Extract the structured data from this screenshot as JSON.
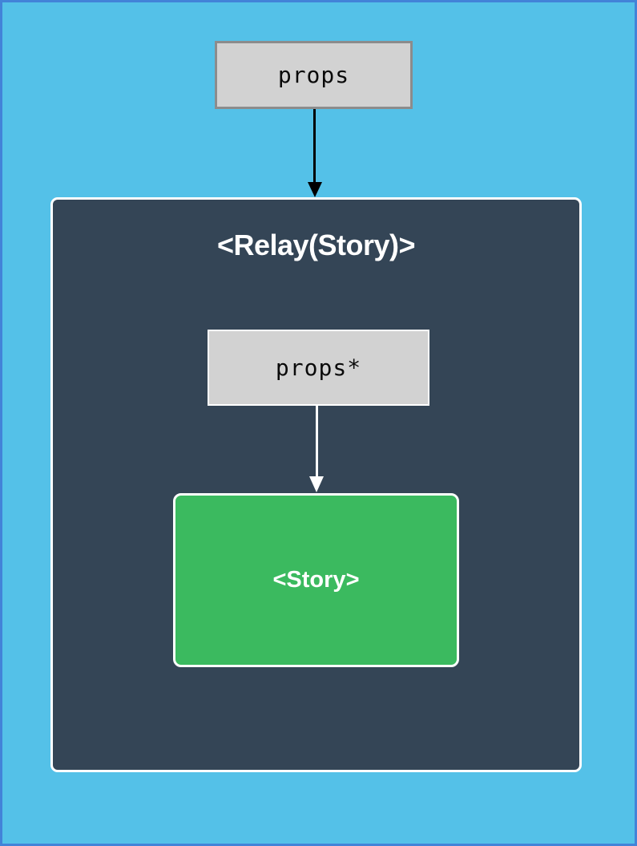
{
  "colors": {
    "page_background": "#54c1e8",
    "page_border": "#4283d8",
    "gray_node_fill": "#d2d2d2",
    "gray_node_border": "#8c8c8c",
    "relay_fill": "#344556",
    "relay_border": "#ffffff",
    "story_fill": "#3bba5f",
    "story_border": "#ffffff",
    "arrow_outer": "#000000",
    "arrow_inner": "#ffffff",
    "label_dark": "#0a0a0a",
    "label_light": "#ffffff"
  },
  "nodes": {
    "props": {
      "label": "props"
    },
    "relay": {
      "title": "<Relay(Story)>"
    },
    "props_star": {
      "label": "props*"
    },
    "story": {
      "label": "<Story>"
    }
  },
  "arrows": [
    {
      "name": "props-to-relay",
      "from": "props",
      "to": "relay",
      "color": "#000000"
    },
    {
      "name": "props-star-to-story",
      "from": "props_star",
      "to": "story",
      "color": "#ffffff"
    }
  ]
}
